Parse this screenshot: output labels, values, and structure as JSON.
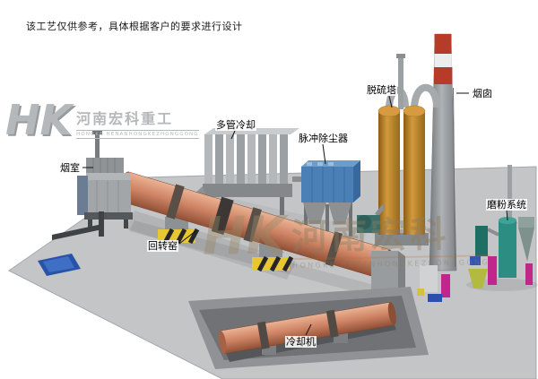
{
  "disclaimer": "该工艺仅供参考，具体根据客户的要求进行设计",
  "watermark_left": {
    "mark": "HK",
    "company_cn": "河南宏科重工",
    "company_en": "HONGKE HENANHONGKEZHONGGONG"
  },
  "watermark_center": {
    "mark": "HK",
    "company_cn": "河南宏科",
    "company_en": "HONGKE HENANHONGKEZHONGGONG"
  },
  "labels": {
    "smoke_chamber": "烟室",
    "multi_tube_cooler": "多管冷却",
    "pulse_dust_collector": "脉冲除尘器",
    "desulfurization_tower": "脱硫塔",
    "chimney": "烟囱",
    "grinding_system": "磨粉系统",
    "rotary_kiln": "回转窑",
    "cooling_machine": "冷却机"
  },
  "colors": {
    "kiln_salmon": "#cd8263",
    "chimney_red": "#b63b28",
    "dust_collector_blue": "#4b80b6",
    "tower_orange": "#c08030",
    "grinding_teal": "#2c8d82",
    "accent_magenta": "#c1268c",
    "support_yellow": "#e8c832",
    "pond_blue": "#2753a8",
    "ground_gray": "#c4c5c7"
  }
}
